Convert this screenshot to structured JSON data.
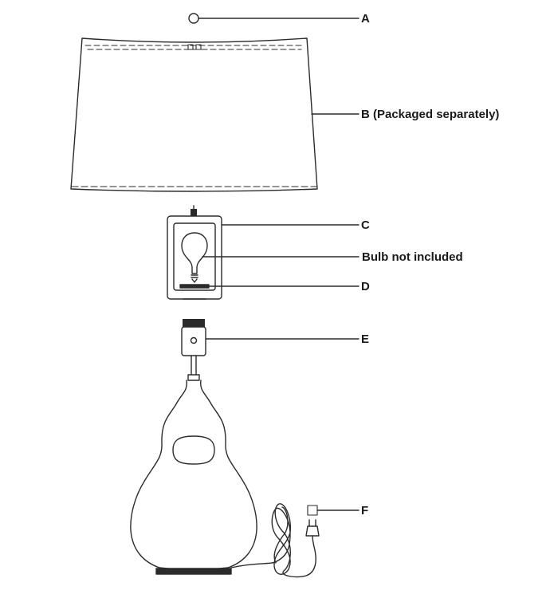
{
  "labels": {
    "a": "A",
    "b": "B (Packaged separately)",
    "c": "C",
    "bulb": "Bulb not included",
    "d": "D",
    "e": "E",
    "f": "F"
  },
  "colors": {
    "stroke": "#2b2b2b",
    "text": "#1a1a1a"
  }
}
